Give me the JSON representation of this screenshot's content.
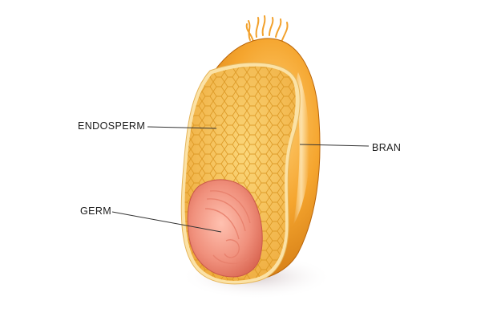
{
  "labels": {
    "endosperm": "ENDOSPERM",
    "germ": "GERM",
    "bran": "BRAN"
  },
  "colors": {
    "bran": "#f2a12c",
    "bran_dark": "#c9700c",
    "endosperm": "#f7c65a",
    "cell_line": "#d9941f",
    "germ": "#f09a86",
    "germ_dark": "#d86a5a",
    "leader_line": "#333333"
  }
}
